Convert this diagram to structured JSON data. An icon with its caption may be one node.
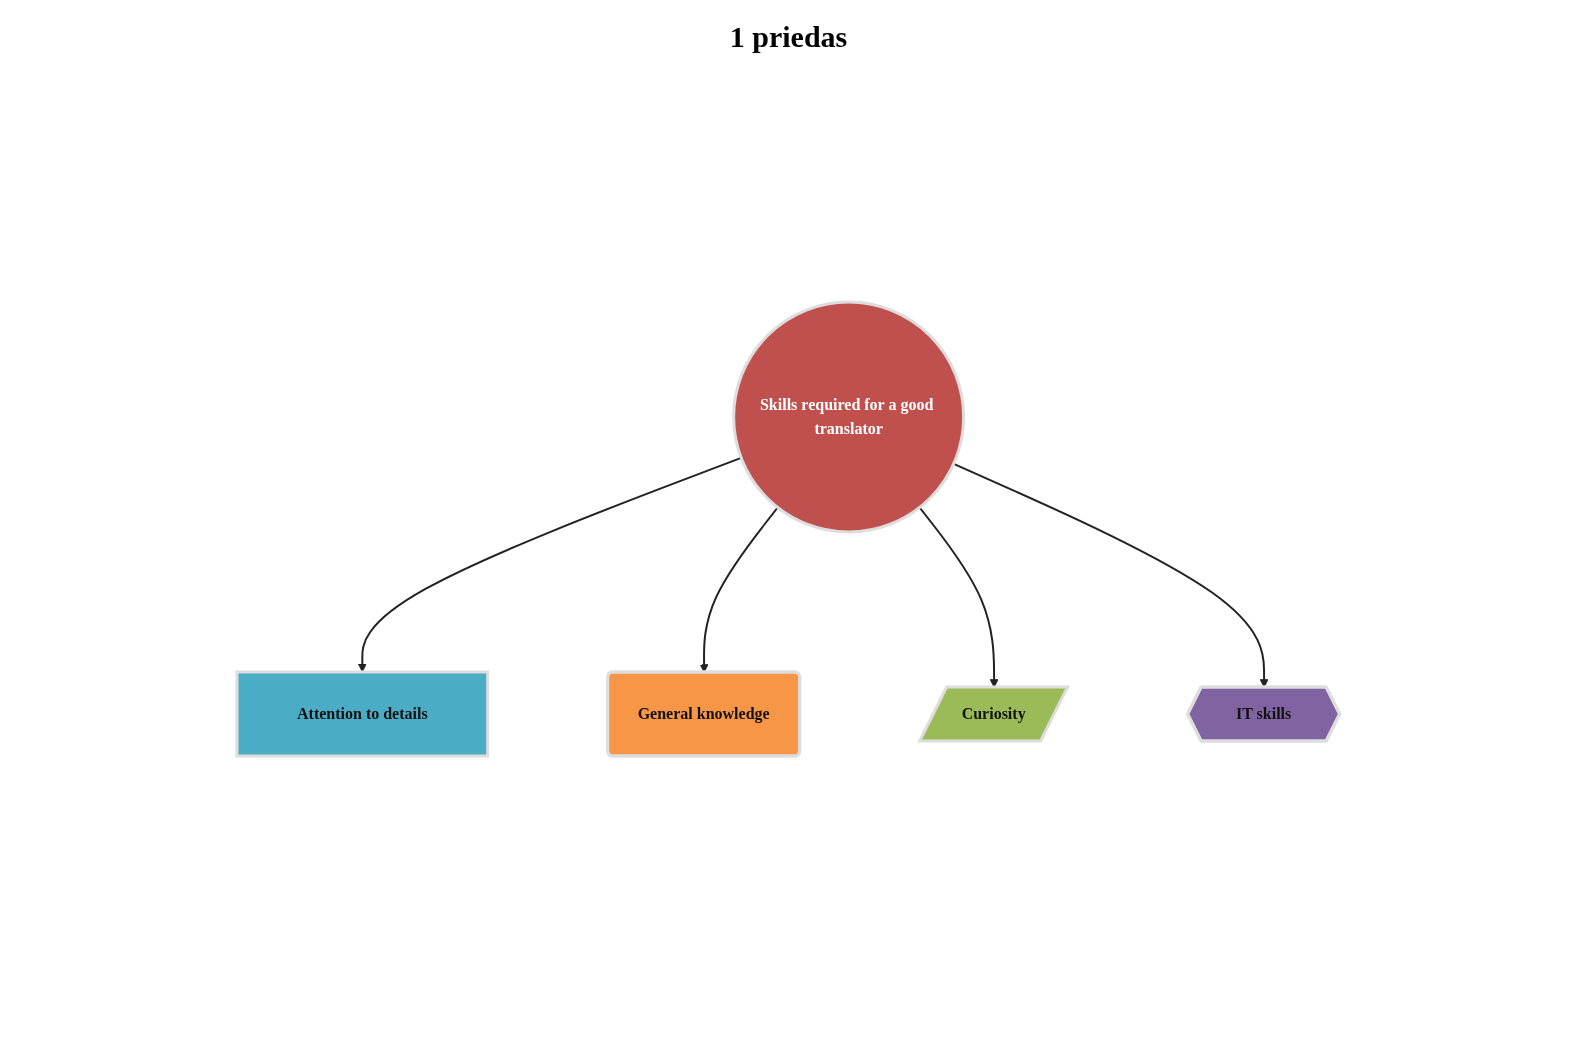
{
  "diagram": {
    "title": "1 priedas",
    "nodes": [
      {
        "text": [
          "Attention to details"
        ]
      },
      {
        "text": [
          "General knowledge"
        ]
      },
      {
        "text": [
          "Skills required for a good translator"
        ]
      },
      {
        "text": [
          "Curiosity"
        ]
      },
      {
        "text": [
          "IT skills"
        ]
      }
    ],
    "edges": [
      {
        "from": 2,
        "to": 0,
        "arrow": "to"
      },
      {
        "from": 2,
        "to": 1,
        "arrow": "to"
      },
      {
        "from": 2,
        "to": 3,
        "arrow": "to"
      },
      {
        "from": 2,
        "to": 4,
        "arrow": "to"
      }
    ]
  }
}
